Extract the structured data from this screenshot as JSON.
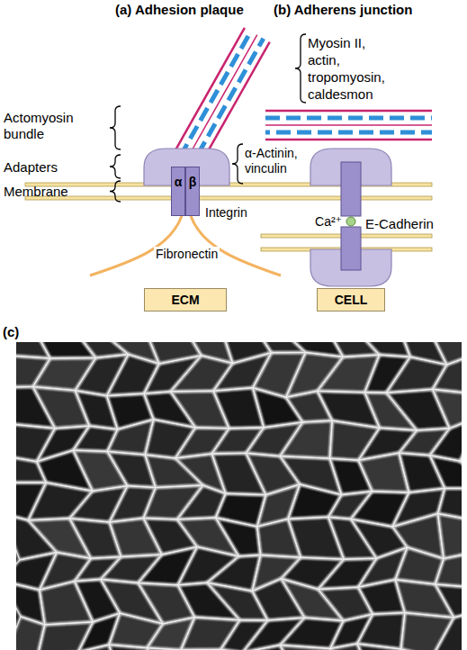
{
  "diagram": {
    "nodes": [
      {
        "text": [
          "α"
        ]
      },
      {
        "text": [
          "β"
        ]
      },
      {
        "text": [
          "ECM"
        ]
      },
      {
        "text": [
          "CELL"
        ]
      }
    ],
    "labels": [
      "(a) Adhesion plaque",
      "(b) Adherens junction",
      "Myosin II, actin, tropomyosin, caldesmon",
      "Actomyosin bundle",
      "Adapters",
      "Membrane",
      "α-Actinin, vinculin",
      "Integrin",
      "Fibronectin",
      "Ca²⁺",
      "E-Cadherin",
      "(c)"
    ]
  }
}
